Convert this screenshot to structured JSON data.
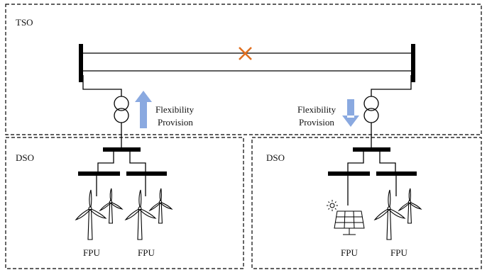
{
  "regions": {
    "tso_label": "TSO",
    "dso_left_label": "DSO",
    "dso_right_label": "DSO"
  },
  "flexibility": {
    "left": {
      "line1": "Flexibility",
      "line2": "Provision",
      "direction": "up"
    },
    "right": {
      "line1": "Flexibility",
      "line2": "Provision",
      "direction": "down"
    }
  },
  "units": {
    "left_1": "FPU",
    "left_2": "FPU",
    "right_1": "FPU",
    "right_2": "FPU"
  },
  "colors": {
    "arrow": "#8aa9e0",
    "line_fault": "#e07020"
  },
  "icons": {
    "fault": "cross-icon",
    "transformer": "transformer-icon",
    "wind": "wind-turbine-icon",
    "solar": "solar-panel-icon",
    "sun": "sun-icon"
  }
}
